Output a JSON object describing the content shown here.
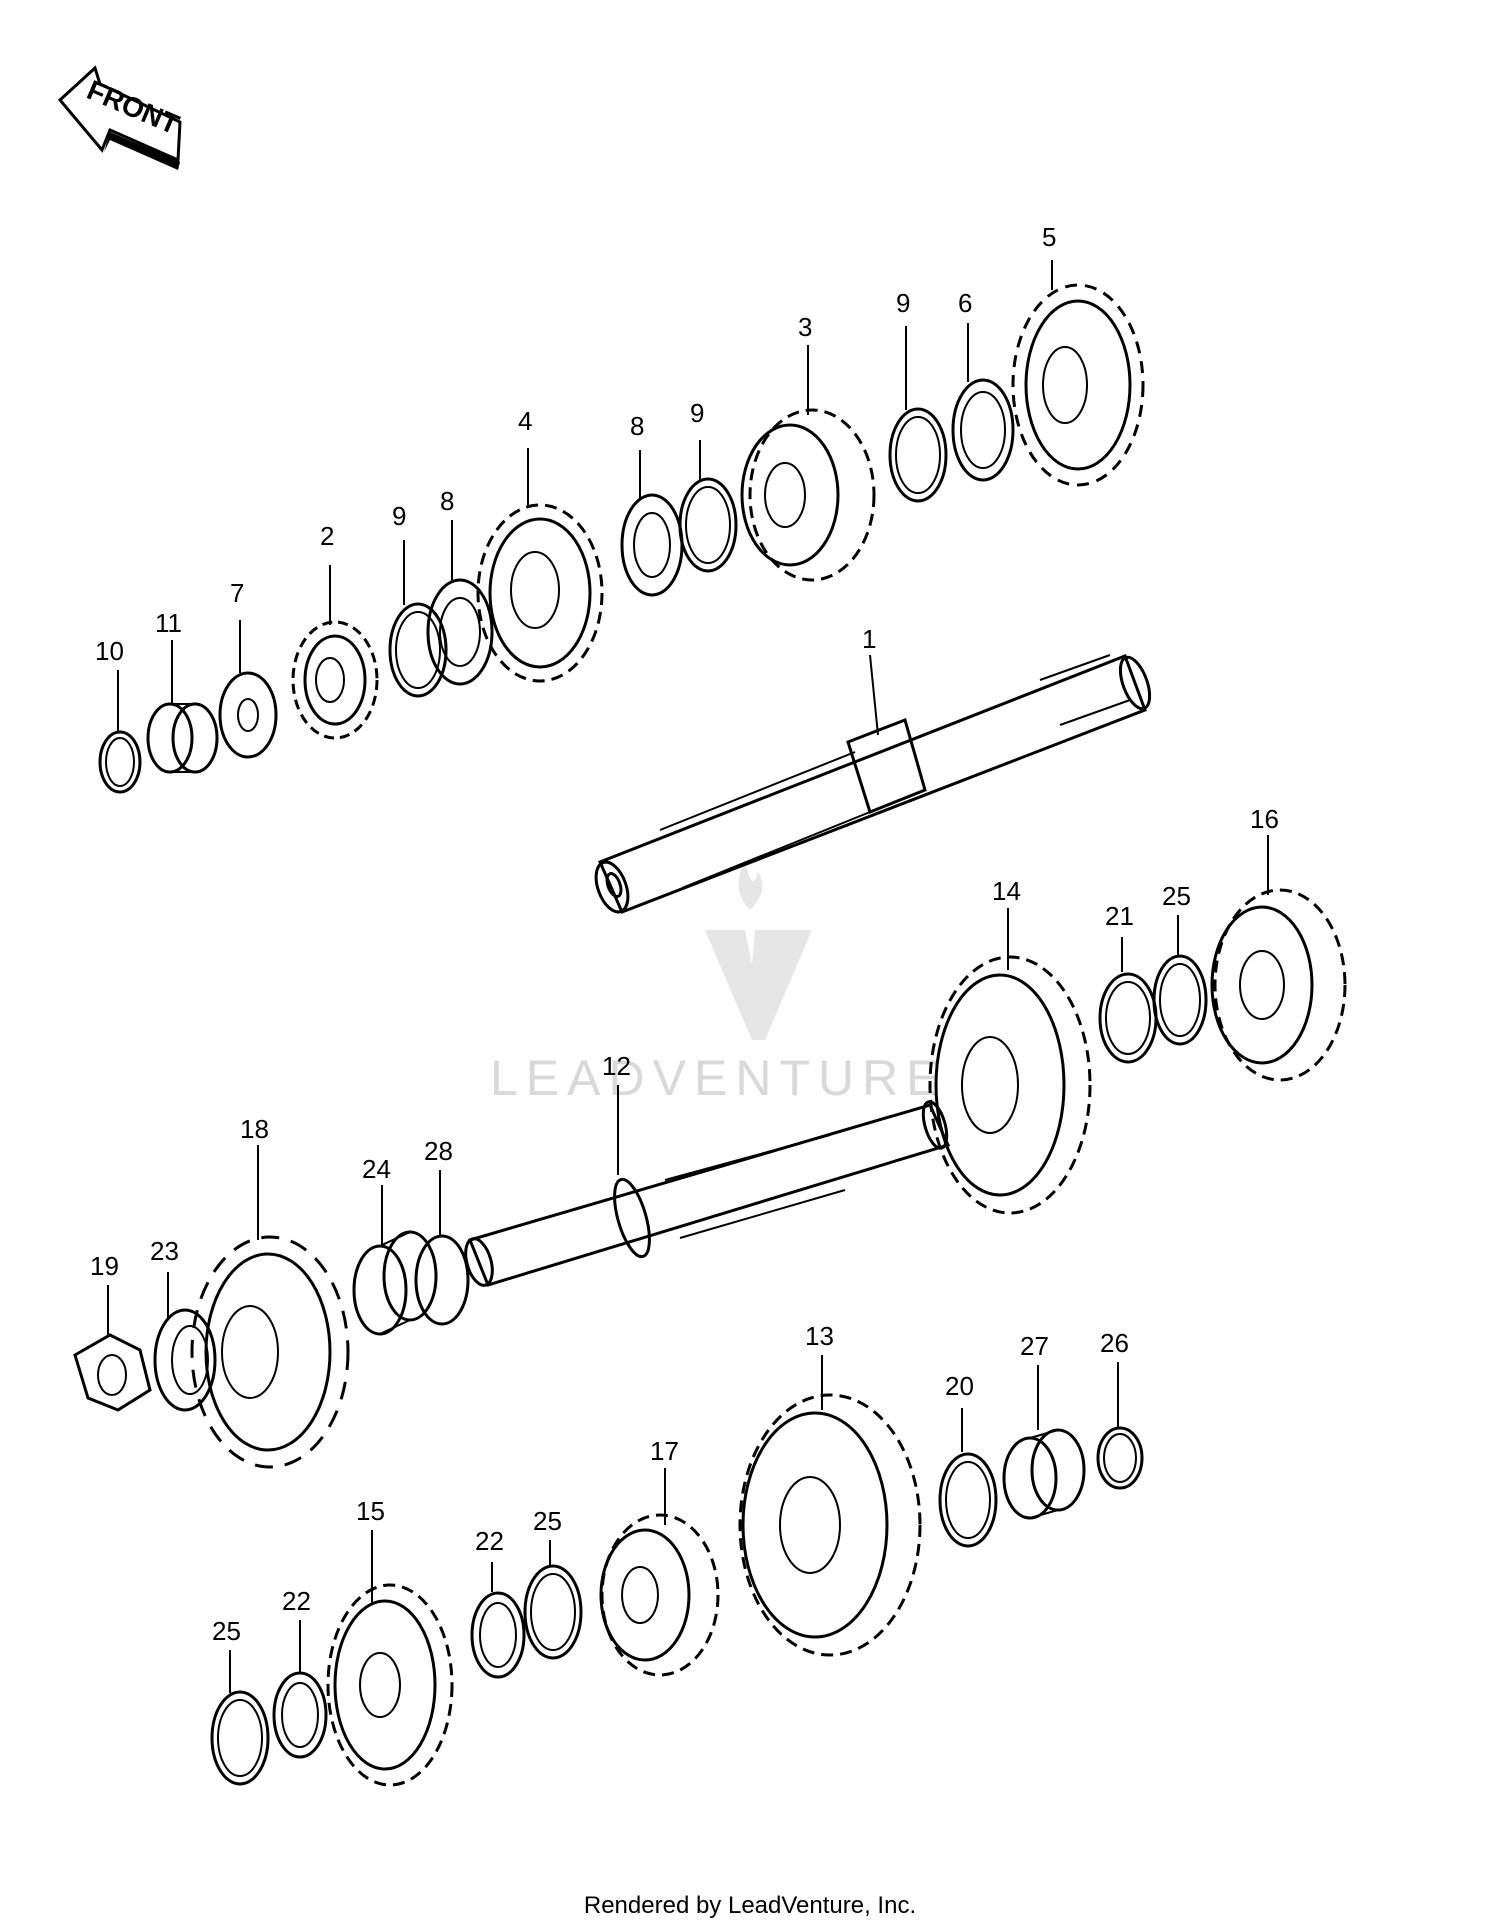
{
  "front_indicator": {
    "label": "FRONT"
  },
  "watermark": {
    "text": "LEADVENTURE"
  },
  "footer": {
    "credit": "Rendered by LeadVenture, Inc."
  },
  "callouts": [
    "1",
    "2",
    "3",
    "4",
    "5",
    "6",
    "7",
    "8",
    "8",
    "9",
    "9",
    "9",
    "10",
    "11",
    "12",
    "13",
    "14",
    "15",
    "16",
    "17",
    "18",
    "19",
    "20",
    "21",
    "22",
    "22",
    "23",
    "24",
    "25",
    "25",
    "25",
    "26",
    "27",
    "28"
  ]
}
